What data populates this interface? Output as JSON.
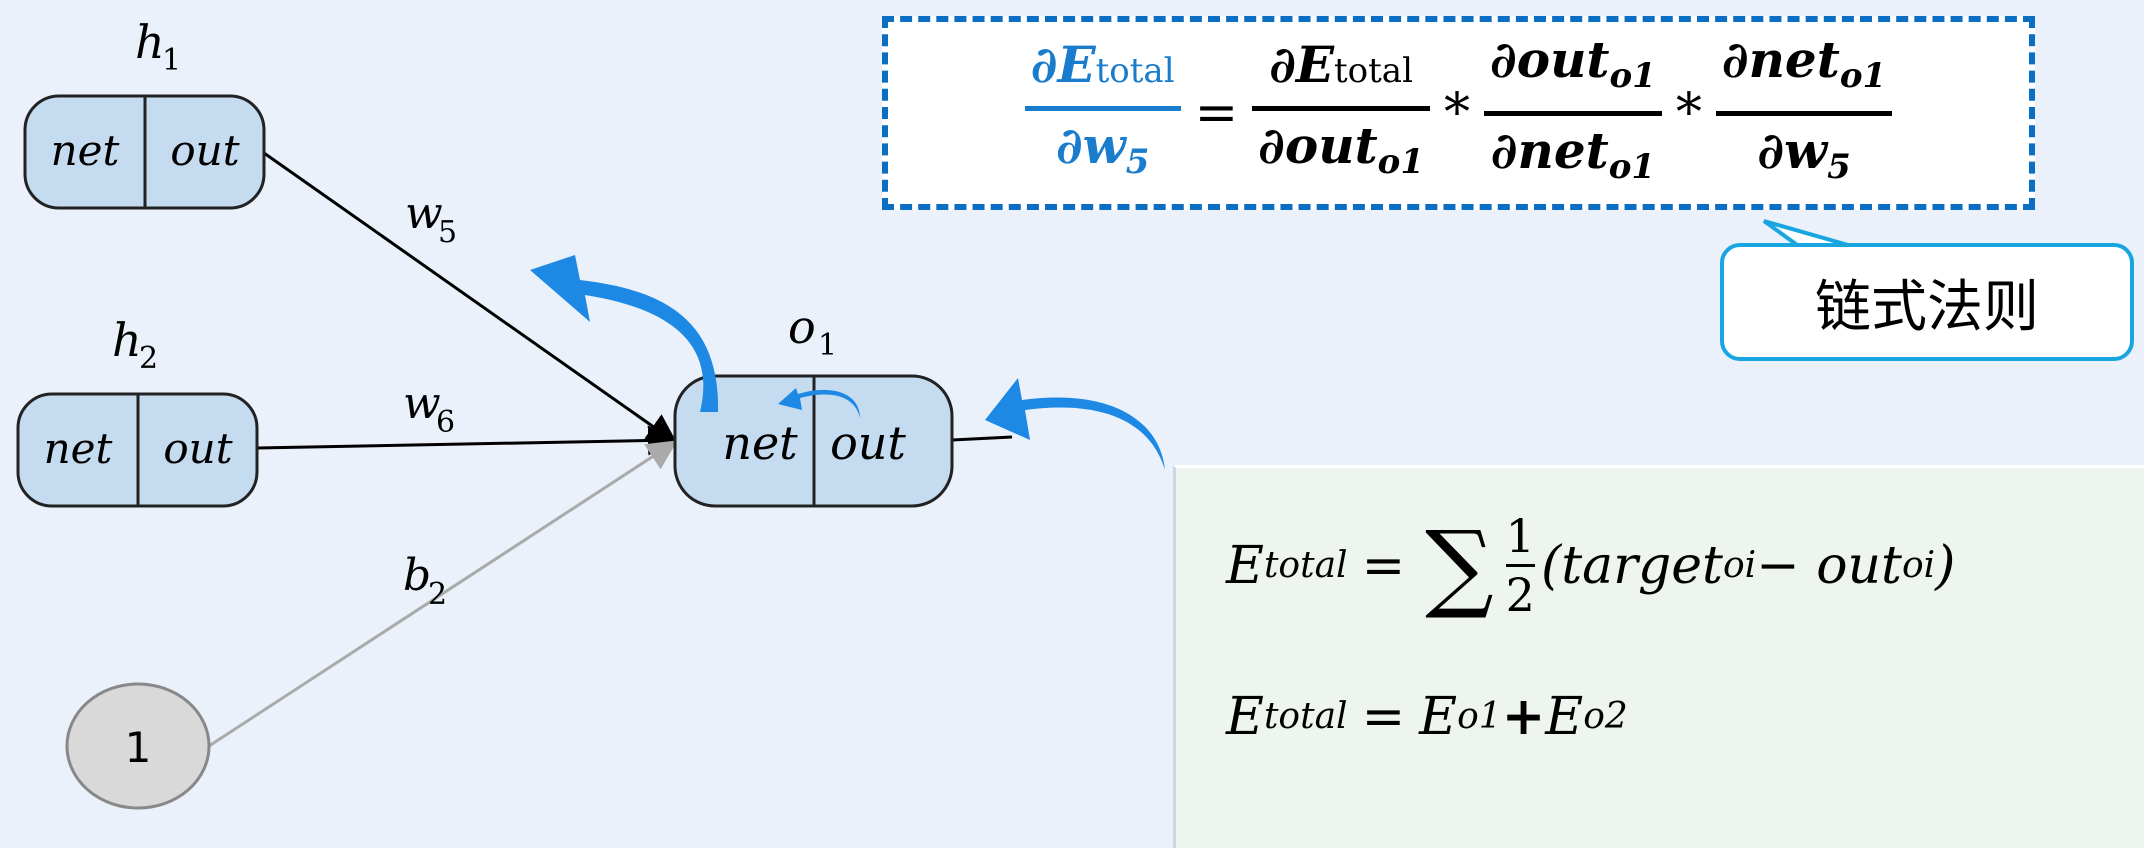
{
  "nodes": {
    "h1": {
      "label": "h",
      "sub": "1",
      "left": "net",
      "right": "out"
    },
    "h2": {
      "label": "h",
      "sub": "2",
      "left": "net",
      "right": "out"
    },
    "o1": {
      "label": "o",
      "sub": "1",
      "left": "net",
      "right": "out"
    },
    "bias": {
      "label": "1"
    }
  },
  "edges": {
    "w5": {
      "label": "w",
      "sub": "5"
    },
    "w6": {
      "label": "w",
      "sub": "6"
    },
    "b2": {
      "label": "b",
      "sub": "2"
    }
  },
  "chain_rule": {
    "lhs": {
      "num_d": "∂E",
      "num_sub": "total",
      "den_d": "∂w",
      "den_sub": "5"
    },
    "eq": "=",
    "times": "*",
    "t1": {
      "num_d": "∂E",
      "num_sub": "total",
      "den_d": "∂out",
      "den_sub": "o1"
    },
    "t2": {
      "num_d": "∂out",
      "num_sub": "o1",
      "den_d": "∂net",
      "den_sub": "o1"
    },
    "t3": {
      "num_d": "∂net",
      "num_sub": "o1",
      "den_d": "∂w",
      "den_sub": "5"
    }
  },
  "callout": {
    "text": "链式法则"
  },
  "error_panel": {
    "eq1": {
      "lhs": "E",
      "lhs_sub": "total",
      "eq": "=",
      "sigma": "∑",
      "half_num": "1",
      "half_den": "2",
      "open": "(target",
      "t_sub": "oi",
      "minus": " − out",
      "o_sub": "oi",
      "close": ")"
    },
    "eq2": {
      "lhs": "E",
      "lhs_sub": "total",
      "eq": "= ",
      "a": "E",
      "a_sub": "o1",
      "plus": "+",
      "b": "E",
      "b_sub": "o2"
    }
  },
  "colors": {
    "accent": "#1a7ccc",
    "arrow": "#1e88e5",
    "node_fill": "#c5dbf0",
    "panel": "#eef5ee"
  }
}
